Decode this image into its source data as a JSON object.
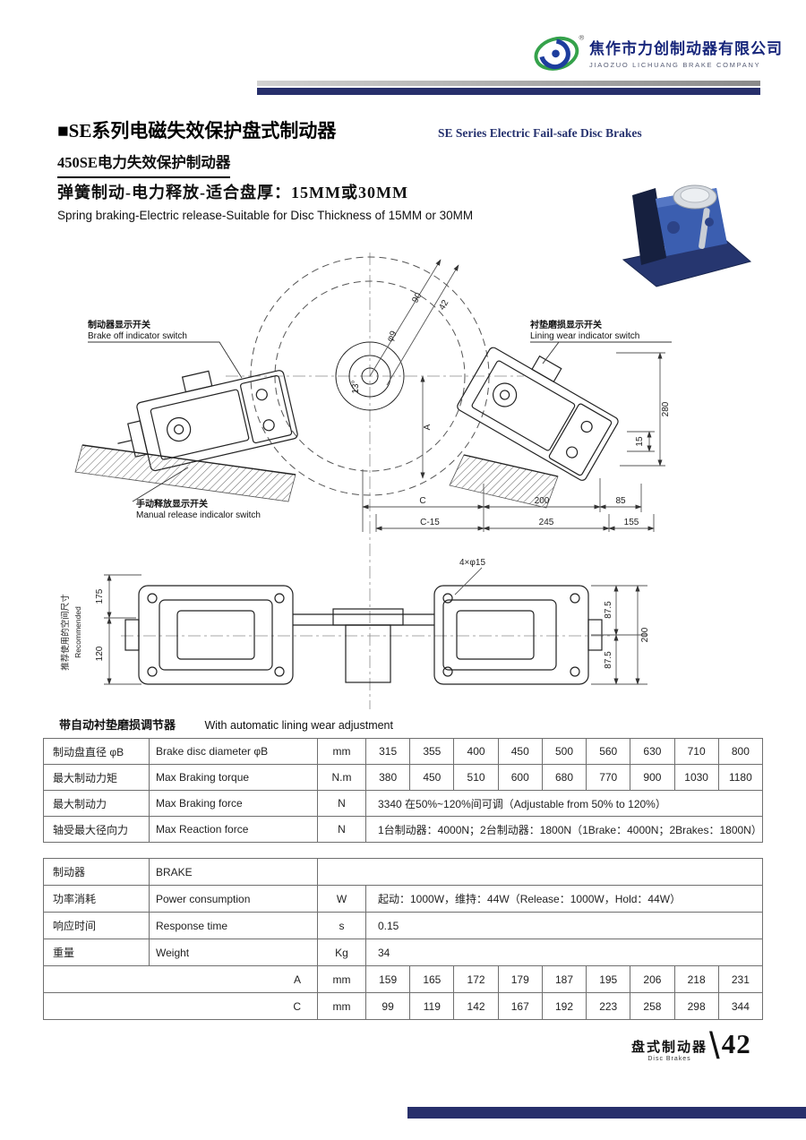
{
  "header": {
    "company_cn": "焦作市力创制动器有限公司",
    "company_en": "JIAOZUO LICHUANG BRAKE COMPANY"
  },
  "title": {
    "series_cn": "■SE系列电磁失效保护盘式制动器",
    "series_en": "SE Series Electric Fail-safe Disc Brakes",
    "model_cn": "450SE电力失效保护制动器",
    "feature_cn": "弹簧制动-电力释放-适合盘厚：15MM或30MM",
    "feature_en": "Spring braking-Electric release-Suitable for Disc Thickness of 15MM or 30MM"
  },
  "drawing": {
    "labels": {
      "brake_off_cn": "制动器显示开关",
      "brake_off_en": "Brake off indicator switch",
      "lining_cn": "衬垫磨损显示开关",
      "lining_en": "Lining wear indicator switch",
      "manual_cn": "手动释放显示开关",
      "manual_en": "Manual release indicalor switch",
      "recommended_cn": "推荐使用的空间尺寸",
      "recommended_en": "Recommended"
    },
    "dims": {
      "a90": "90",
      "a42": "42",
      "phi": "φ9",
      "angle": "13°",
      "A": "A",
      "v280": "280",
      "v15": "15",
      "C": "C",
      "d200": "200",
      "d85": "85",
      "cminus15": "C-15",
      "d245": "245",
      "d155": "155",
      "bolt": "4×φ15",
      "h175": "175",
      "h120": "120",
      "r87a": "87.5",
      "r87b": "87.5",
      "r200": "200"
    },
    "note_cn": "带自动衬垫磨损调节器",
    "note_en": "With automatic lining wear adjustment"
  },
  "table1": {
    "rows": [
      {
        "cn": "制动盘直径  φB",
        "en": "Brake disc diameter  φB",
        "unit": "mm",
        "values": [
          "315",
          "355",
          "400",
          "450",
          "500",
          "560",
          "630",
          "710",
          "800"
        ]
      },
      {
        "cn": "最大制动力矩",
        "en": "Max Braking torque",
        "unit": "N.m",
        "values": [
          "380",
          "450",
          "510",
          "600",
          "680",
          "770",
          "900",
          "1030",
          "1180"
        ]
      },
      {
        "cn": "最大制动力",
        "en": "Max Braking force",
        "unit": "N",
        "span": "3340  在50%~120%间可调（Adjustable from 50% to 120%）"
      },
      {
        "cn": "轴受最大径向力",
        "en": "Max  Reaction  force",
        "unit": "N",
        "span": "1台制动器：4000N；2台制动器：1800N（1Brake：4000N；2Brakes：1800N）"
      }
    ]
  },
  "table2": {
    "header_cn": "制动器",
    "header_en": "BRAKE",
    "rows": [
      {
        "cn": "功率消耗",
        "en": "Power consumption",
        "unit": "W",
        "span": "起动：1000W，维持：44W（Release：1000W，Hold：44W）"
      },
      {
        "cn": "响应时间",
        "en": "Response time",
        "unit": "s",
        "span": "0.15"
      },
      {
        "cn": "重量",
        "en": "Weight",
        "unit": "Kg",
        "span": "34"
      },
      {
        "label": "A",
        "unit": "mm",
        "values": [
          "159",
          "165",
          "172",
          "179",
          "187",
          "195",
          "206",
          "218",
          "231"
        ]
      },
      {
        "label": "C",
        "unit": "mm",
        "values": [
          "99",
          "119",
          "142",
          "167",
          "192",
          "223",
          "258",
          "298",
          "344"
        ]
      }
    ]
  },
  "footer": {
    "cn": "盘式制动器",
    "en": "Disc Brakes",
    "slash": "\\",
    "page": "42"
  }
}
